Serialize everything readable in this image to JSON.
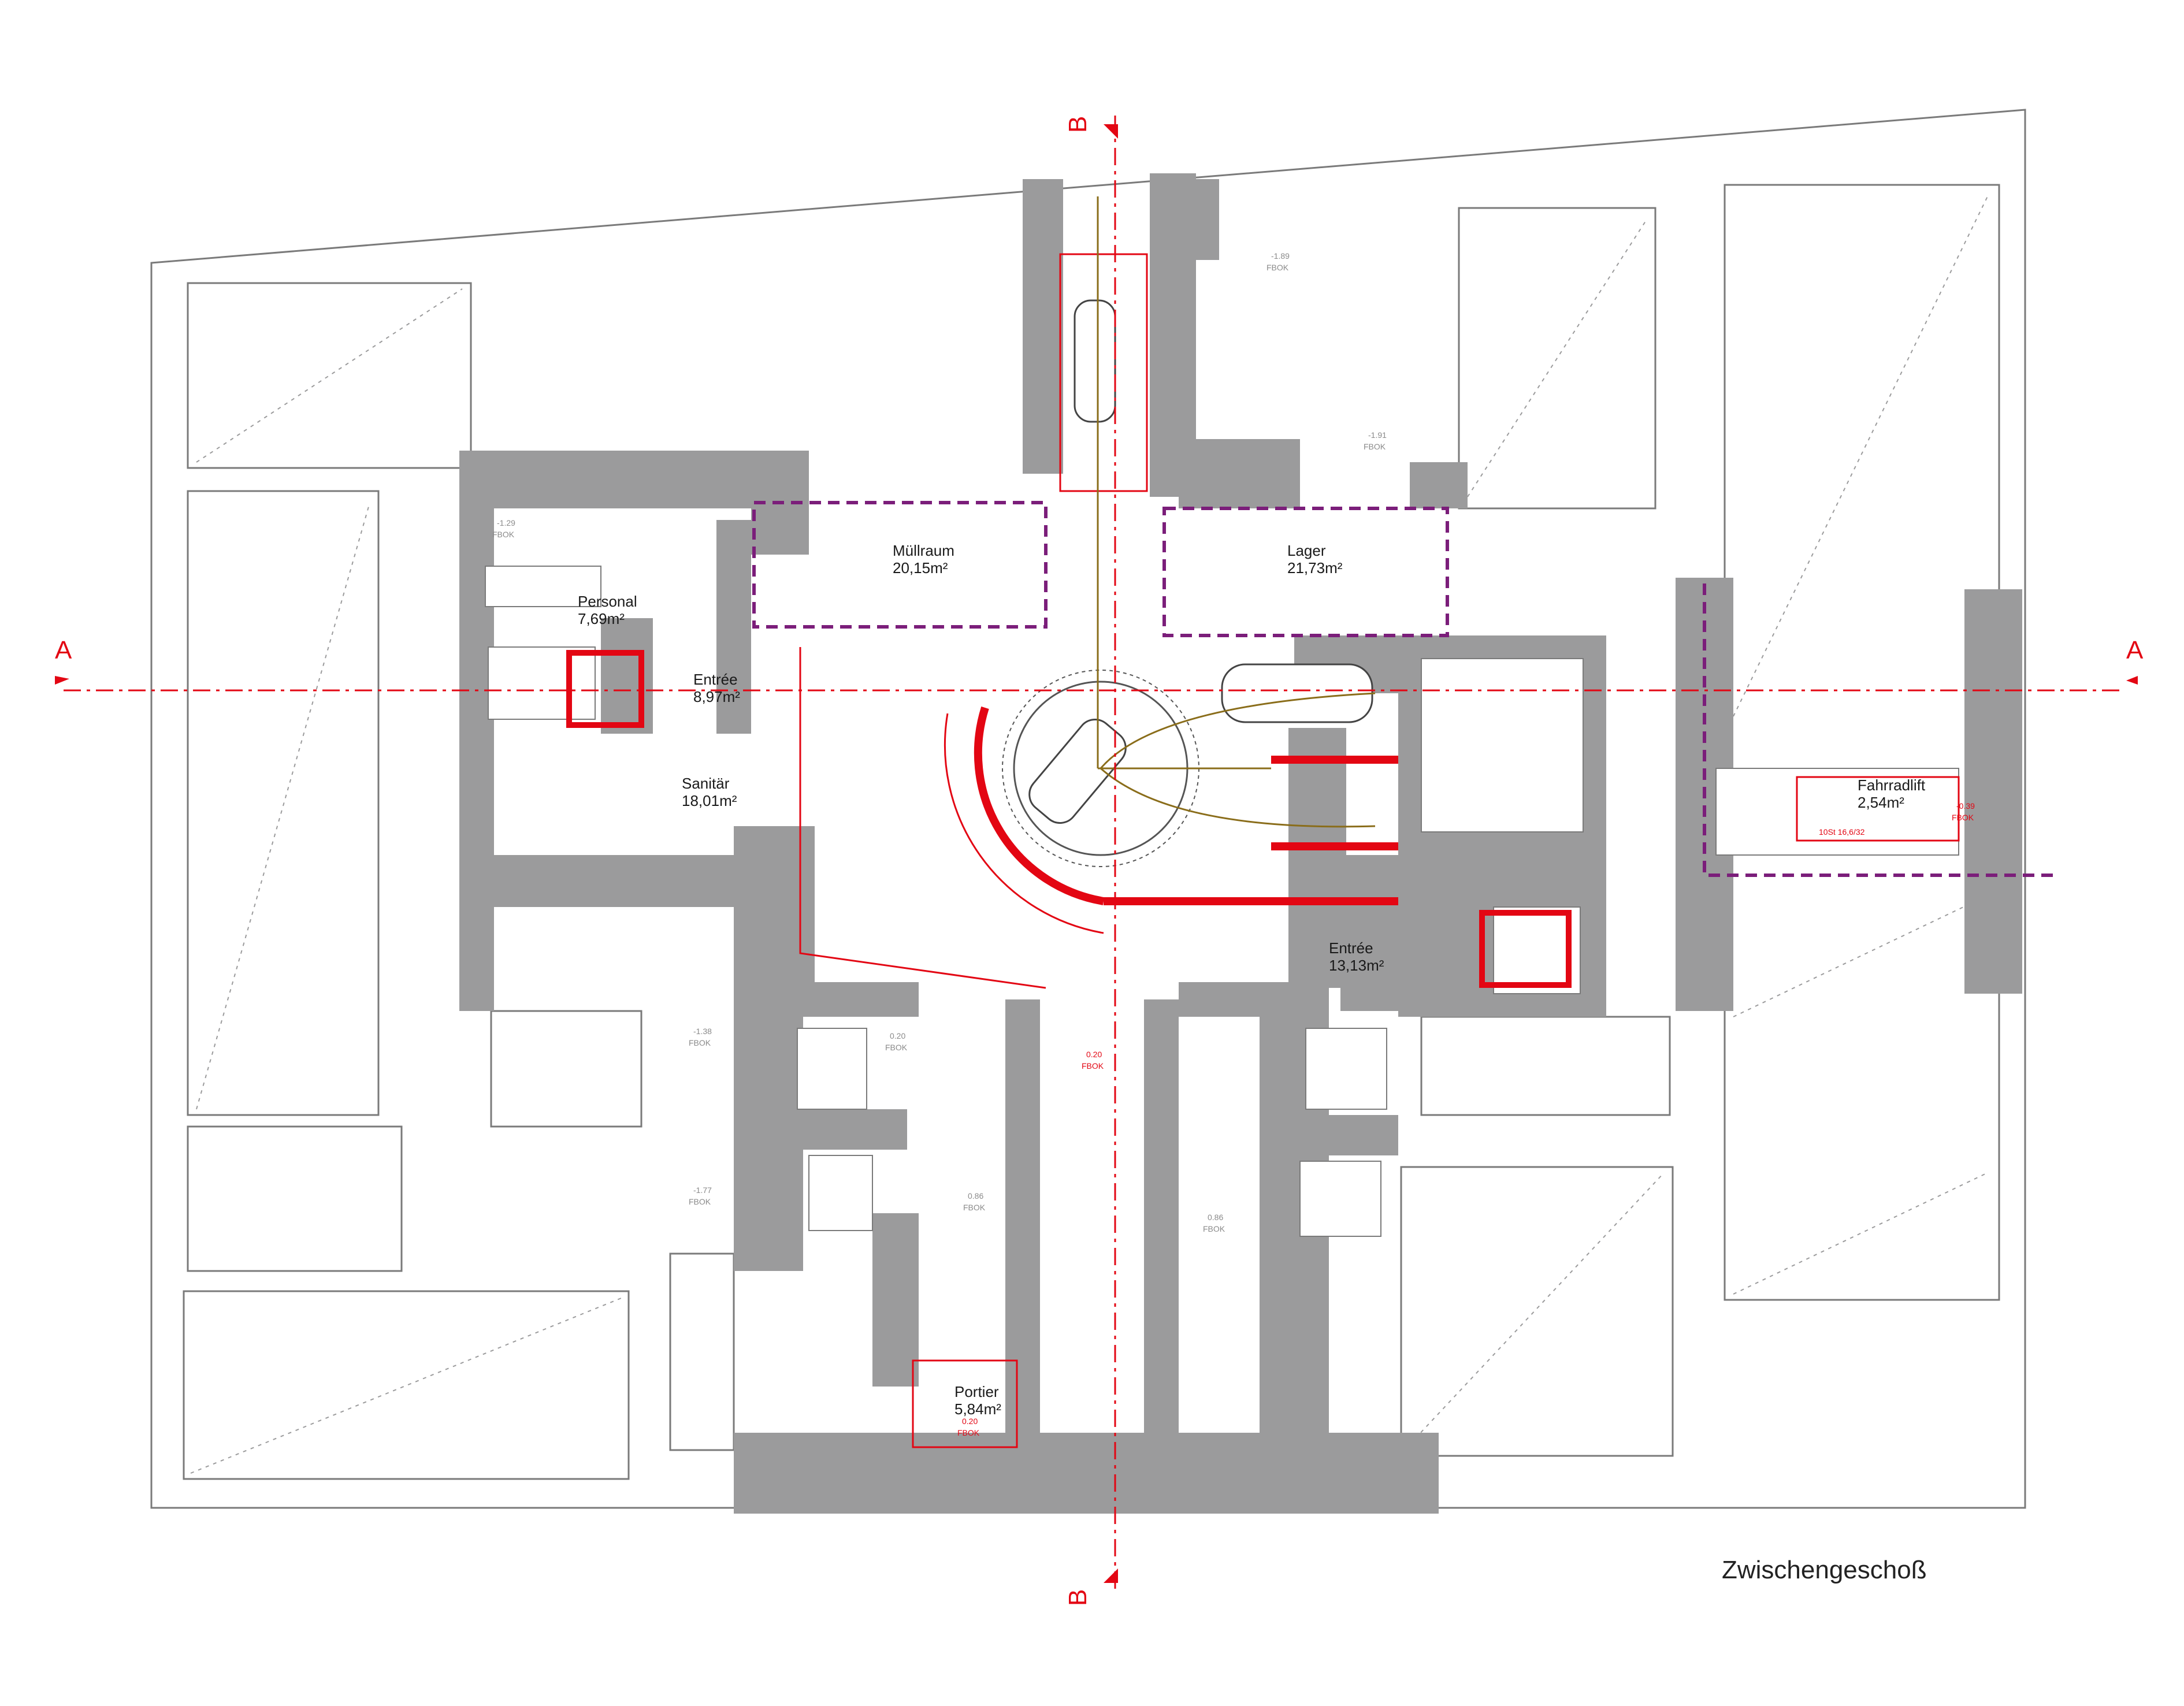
{
  "title": "Zwischengeschoß",
  "section_markers": {
    "a": "A",
    "b": "B"
  },
  "rooms": [
    {
      "id": "muellraum",
      "name": "Müllraum",
      "area": "20,15m²"
    },
    {
      "id": "lager",
      "name": "Lager",
      "area": "21,73m²"
    },
    {
      "id": "personal",
      "name": "Personal",
      "area": "7,69m²"
    },
    {
      "id": "entree-west",
      "name": "Entrée",
      "area": "8,97m²"
    },
    {
      "id": "sanitaer",
      "name": "Sanitär",
      "area": "18,01m²"
    },
    {
      "id": "entree-east",
      "name": "Entrée",
      "area": "13,13m²"
    },
    {
      "id": "fahrradlift",
      "name": "Fahrradlift",
      "area": "2,54m²"
    },
    {
      "id": "portier",
      "name": "Portier",
      "area": "5,84m²"
    }
  ],
  "stair_note": "10St 16,6/32",
  "levels": [
    {
      "value": "-1.89",
      "unit": "FBOK",
      "color": "grey"
    },
    {
      "value": "-1.29",
      "unit": "FBOK",
      "color": "grey"
    },
    {
      "value": "-1.91",
      "unit": "FBOK",
      "color": "grey"
    },
    {
      "value": "-1.38",
      "unit": "FBOK",
      "color": "grey"
    },
    {
      "value": "0.20",
      "unit": "FBOK",
      "color": "grey"
    },
    {
      "value": "0.20",
      "unit": "FBOK",
      "color": "red"
    },
    {
      "value": "-1.77",
      "unit": "FBOK",
      "color": "grey"
    },
    {
      "value": "0.86",
      "unit": "FBOK",
      "color": "grey"
    },
    {
      "value": "0.86",
      "unit": "FBOK",
      "color": "grey"
    },
    {
      "value": "0.20",
      "unit": "FBOK",
      "color": "red"
    },
    {
      "value": "-0.39",
      "unit": "FBOK",
      "color": "red"
    }
  ],
  "colors": {
    "wall": "#9b9b9c",
    "outline": "#7a7a7a",
    "accent": "#e30613",
    "highlight": "#7b1e7a",
    "path": "#8a6d1a"
  }
}
